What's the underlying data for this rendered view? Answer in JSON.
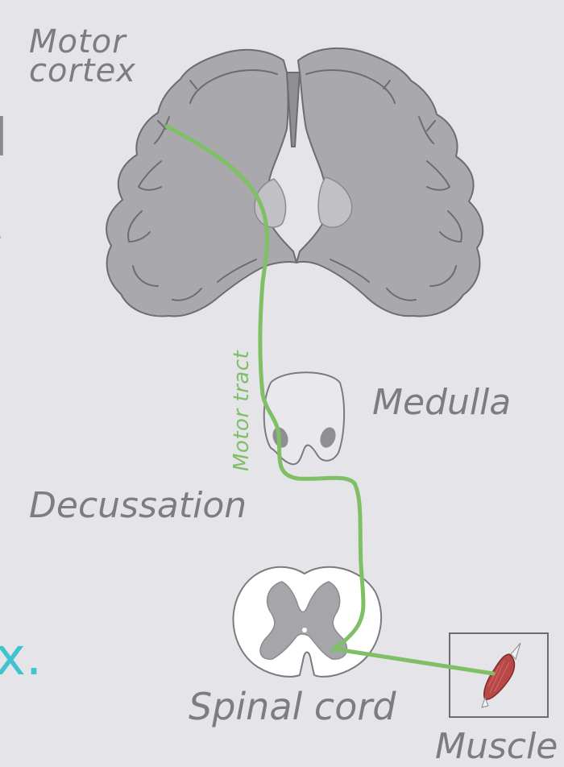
{
  "labels": {
    "motor_cortex": [
      "Motor",
      "cortex"
    ],
    "motor_tract": "Motor tract",
    "medulla": "Medulla",
    "decussation": "Decussation",
    "spinal_cord": "Spinal cord",
    "muscle": "Muscle"
  },
  "cropped_text": [
    "l",
    "\\",
    "x."
  ],
  "colors": {
    "background": "#e5e4e8",
    "tissue": "#a9a9ad",
    "tissue_outline": "#6d6d71",
    "gray_matter": "#a6a6aa",
    "white_matter": "#ffffff",
    "tract": "#7fbf66",
    "label": "#7d7d80",
    "accent_text": "#3fc4cf",
    "muscle": "#b84848"
  }
}
